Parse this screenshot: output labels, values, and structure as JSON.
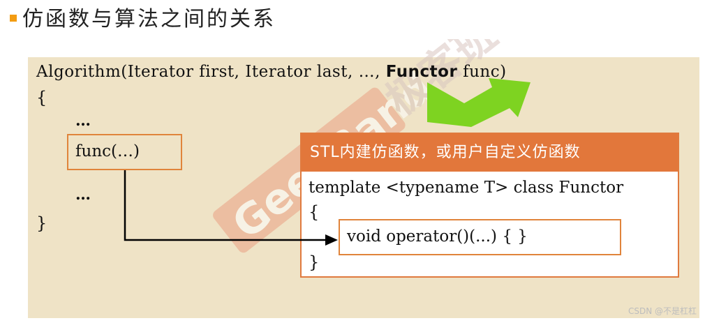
{
  "title": "仿函数与算法之间的关系",
  "signature": {
    "prefix": "Algorithm(Iterator first, Iterator last, …, ",
    "highlight": "Functor",
    "suffix": " func)"
  },
  "algorithm_body": {
    "open_brace": "{",
    "dots_top": "…",
    "call": "func(…)",
    "dots_bottom": "…",
    "close_brace": "}"
  },
  "functor_box": {
    "header": "STL内建仿函数，或用户自定义仿函数",
    "line1": "template <typename T> class Functor",
    "open_brace": "{",
    "operator": "void operator()(...) { }",
    "close_brace": "}"
  },
  "watermark": {
    "text": "GeekBand",
    "brand": "极客班"
  },
  "credit": "CSDN @不是杠杠",
  "colors": {
    "panel": "#efe3c6",
    "accent": "#e2773b",
    "green_arrow": "#7ed321",
    "watermark": "#e8a58a"
  }
}
